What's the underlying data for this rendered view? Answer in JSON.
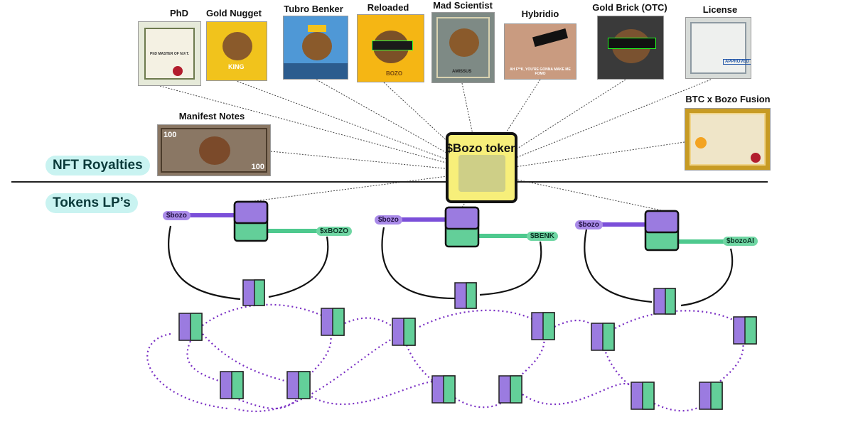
{
  "nft_titles": {
    "phd": "PhD",
    "gold_nugget": "Gold Nugget",
    "tubro_benker": "Tubro Benker",
    "reloaded": "Reloaded",
    "mad_scientist": "Mad Scientist",
    "hybridio": "Hybridio",
    "gold_brick": "Gold Brick (OTC)",
    "license": "License",
    "manifest_notes": "Manifest Notes",
    "btc_bozo_fusion": "BTC x Bozo Fusion"
  },
  "thumb_text": {
    "phd_cert": "PhD MASTER OF N.F.T.",
    "gold_nugget_tag": "KING",
    "reloaded_tag": "BOZO",
    "mad_scientist_tag": "AMISSUS",
    "hybridio_caption": "AH F**K, YOU'RE GONNA MAKE ME FOMO",
    "license_tag": "APPROVED",
    "note_value": "100"
  },
  "sections": {
    "nft_royalties": "NFT Royalties",
    "tokens_lps": "Tokens LP’s"
  },
  "center_token": "$Bozo token",
  "pools": [
    {
      "left_token": "$bozo",
      "right_token": "$xBOZO"
    },
    {
      "left_token": "$bozo",
      "right_token": "$BENK"
    },
    {
      "left_token": "$bozo",
      "right_token": "$bozoAI"
    }
  ],
  "colors": {
    "purple": "#9b7be0",
    "green": "#63cf99",
    "dotted_link": "#7a2fc4",
    "highlight": "#f7ef7a",
    "label_bg": "#c9f3f1"
  }
}
